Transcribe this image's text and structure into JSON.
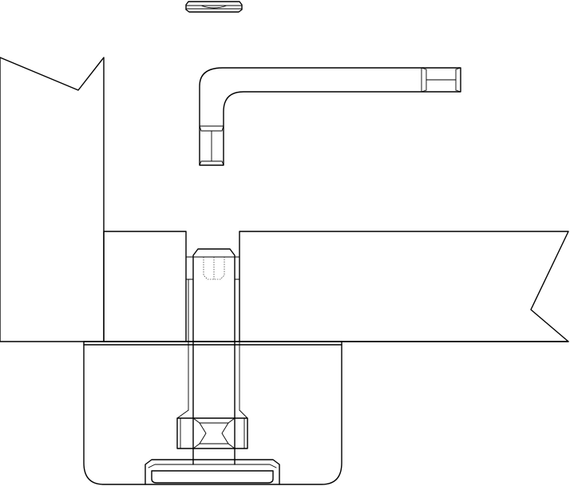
{
  "drawing": {
    "line_color": "#000000",
    "background_color": "#ffffff",
    "parts": [
      {
        "key": "small-nut",
        "icon": "nut-icon"
      },
      {
        "key": "hex-key",
        "icon": "allen-key-icon"
      },
      {
        "key": "vertical-panel",
        "icon": "panel-icon"
      },
      {
        "key": "horizontal-panel",
        "icon": "panel-icon"
      },
      {
        "key": "mounting-bracket",
        "icon": "bracket-icon"
      },
      {
        "key": "connector-bolt",
        "icon": "bolt-icon"
      },
      {
        "key": "bracket-nut",
        "icon": "nut-icon"
      }
    ]
  }
}
